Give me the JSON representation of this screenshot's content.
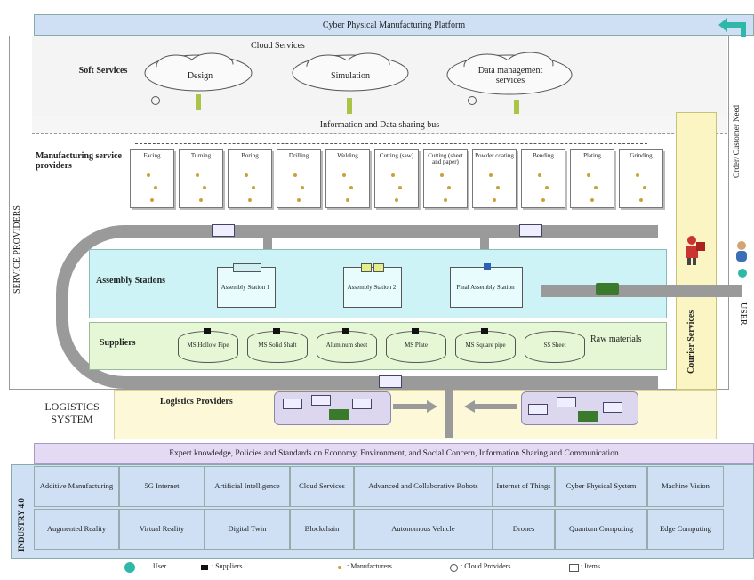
{
  "platform": {
    "title": "Cyber Physical Manufacturing Platform"
  },
  "labels": {
    "service_providers": "SERVICE PROVIDERS",
    "soft_services": "Soft Services",
    "cloud_services": "Cloud Services",
    "info_bus": "Information and Data sharing bus",
    "mfg_service_providers": "Manufacturing service providers",
    "assembly_stations": "Assembly Stations",
    "suppliers": "Suppliers",
    "raw_materials": "Raw materials",
    "courier_services": "Courier Services",
    "order_track": "Order/ Customer Need",
    "user": "USER",
    "logistics_system": "LOGISTICS SYSTEM",
    "logistics_providers": "Logistics Providers",
    "expert_bar": "Expert knowledge, Policies and Standards on Economy, Environment, and Social Concern, Information Sharing and Communication",
    "industry": "INDUSTRY 4.0"
  },
  "clouds": [
    "Design",
    "Simulation",
    "Data management services"
  ],
  "mfg_services": [
    "Facing",
    "Turning",
    "Boring",
    "Drilling",
    "Welding",
    "Cutting (saw)",
    "Cutting (sheet and paper)",
    "Powder coating",
    "Bending",
    "Plating",
    "Grinding"
  ],
  "assembly": [
    "Assembly Station 1",
    "Assembly Station 2",
    "Final Assembly Station"
  ],
  "supplier_items": [
    "MS Hollow Pipe",
    "MS Solid Shaft",
    "Aluminum sheet",
    "MS Plate",
    "MS Square pipe",
    "SS Sheet"
  ],
  "industry_row1": [
    "Additive Manufacturing",
    "5G Internet",
    "Artificial Intelligence",
    "Cloud Services",
    "Advanced and Collaborative Robots",
    "Internet of Things",
    "Cyber Physical System",
    "Machine Vision"
  ],
  "industry_row2": [
    "Augmented Reality",
    "Virtual Reality",
    "Digital Twin",
    "Blockchain",
    "Autonomous Vehicle",
    "Drones",
    "Quantum Computing",
    "Edge Computing"
  ],
  "legend": [
    "User",
    ": Suppliers",
    ": Manufacturers",
    ": Cloud Providers",
    ": Items"
  ],
  "colors": {
    "header": "#cfe0f5",
    "assembly": "#cdf3f7",
    "suppliers": "#e6f7d6",
    "logistics": "#fcf8d8",
    "courier": "#fbf5c4",
    "expert": "#e4daf3",
    "industry": "#cfe0f5",
    "conveyor": "#9a9a9a"
  }
}
